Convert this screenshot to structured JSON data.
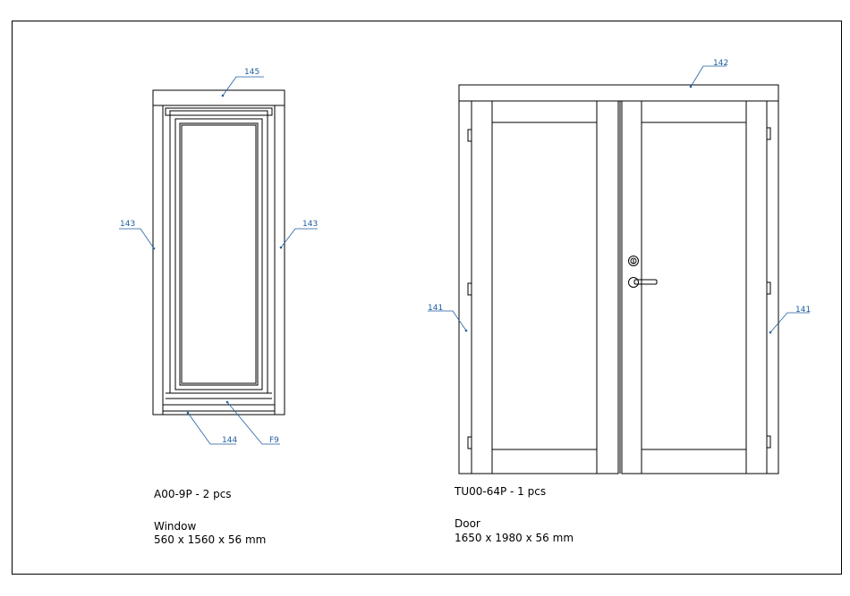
{
  "callout_color": "#1f5fa0",
  "window": {
    "code": "A00-9P  - 2 pcs",
    "type": "Window",
    "dimensions": "560 x 1560 x 56 mm",
    "callouts": {
      "top": "145",
      "left": "143",
      "right": "143",
      "bottom": "144",
      "sill": "F9"
    }
  },
  "door": {
    "code": "TU00-64P  - 1 pcs",
    "type": "Door",
    "dimensions": "1650 x 1980 x 56 mm",
    "callouts": {
      "top": "142",
      "left": "141",
      "right": "141"
    }
  }
}
